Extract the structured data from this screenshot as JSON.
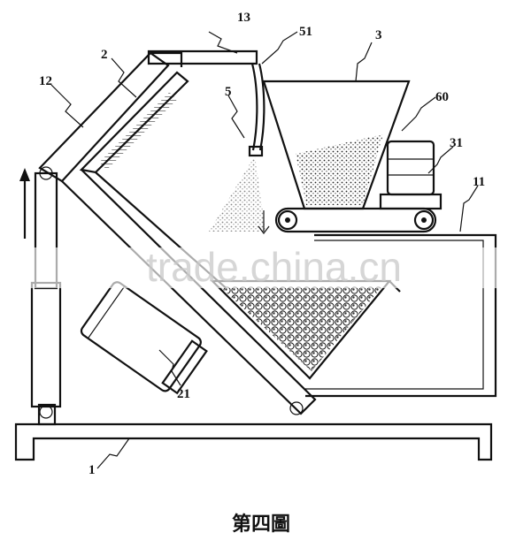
{
  "labels": {
    "frame_base": "1",
    "tilting_drum": "2",
    "hopper": "3",
    "spray_nozzle": "5",
    "motor_drum": "21",
    "table": "11",
    "arm": "12",
    "top_plate": "13",
    "feed_pipe": "51",
    "conveyor_belt": "60",
    "motor_conveyor": "31"
  },
  "caption": "第四圖",
  "watermark": "trade.china.cn"
}
